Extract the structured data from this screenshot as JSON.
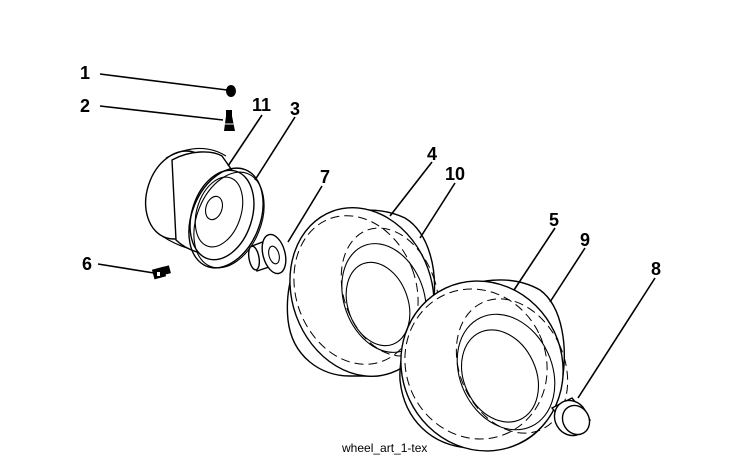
{
  "diagram": {
    "caption": "wheel_art_1-tex",
    "callouts": {
      "c1": "1",
      "c2": "2",
      "c3": "3",
      "c4": "4",
      "c5": "5",
      "c6": "6",
      "c7": "7",
      "c8": "8",
      "c9": "9",
      "c10": "10",
      "c11": "11"
    }
  },
  "colors": {
    "line": "#000000",
    "background": "#ffffff"
  }
}
